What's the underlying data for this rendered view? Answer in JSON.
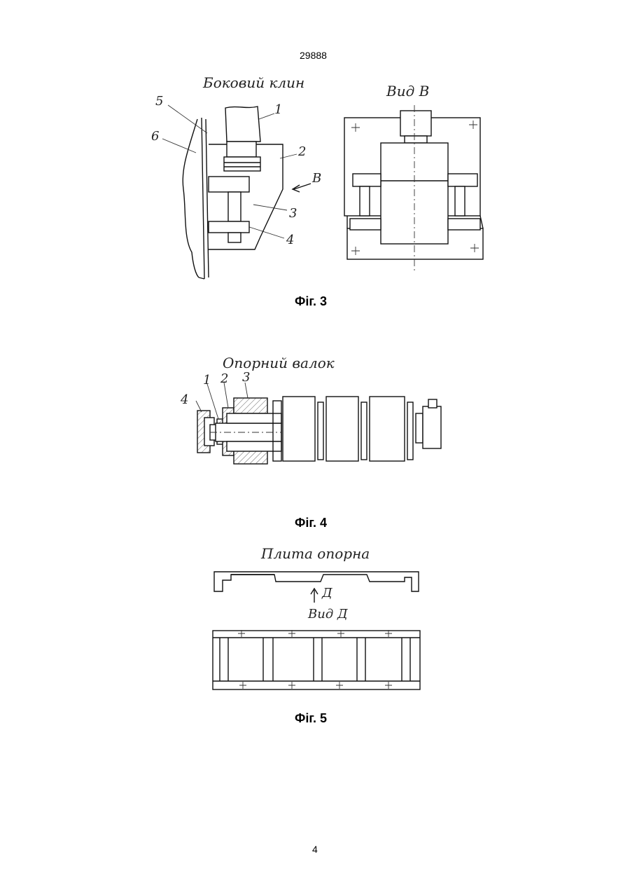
{
  "page": {
    "header_number": "29888",
    "footer_number": "4"
  },
  "fig3": {
    "title_left": "Боковий клин",
    "title_right": "Вид В",
    "view_arrow_label": "В",
    "callouts": [
      "5",
      "6",
      "1",
      "2",
      "3",
      "4"
    ],
    "caption": "Фіг. 3"
  },
  "fig4": {
    "title": "Опорний валок",
    "callouts": [
      "1",
      "2",
      "3",
      "4"
    ],
    "caption": "Фіг. 4"
  },
  "fig5": {
    "title": "Плита опорна",
    "view_arrow_label": "Д",
    "view_label": "Вид Д",
    "caption": "Фіг. 5"
  }
}
